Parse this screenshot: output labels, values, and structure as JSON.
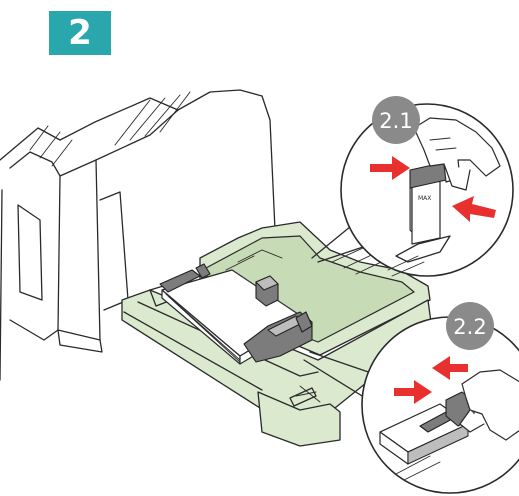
{
  "step": {
    "number": "2",
    "color": "#2aa7ad"
  },
  "callouts": [
    {
      "label": "2.1",
      "action": "squeeze-length-guide"
    },
    {
      "label": "2.2",
      "action": "slide-width-guide"
    }
  ],
  "guide_label": "MAX",
  "colors": {
    "tray": "#dbe9cf",
    "arrow": "#e8312f",
    "sub_badge": "#8a8a8a"
  }
}
